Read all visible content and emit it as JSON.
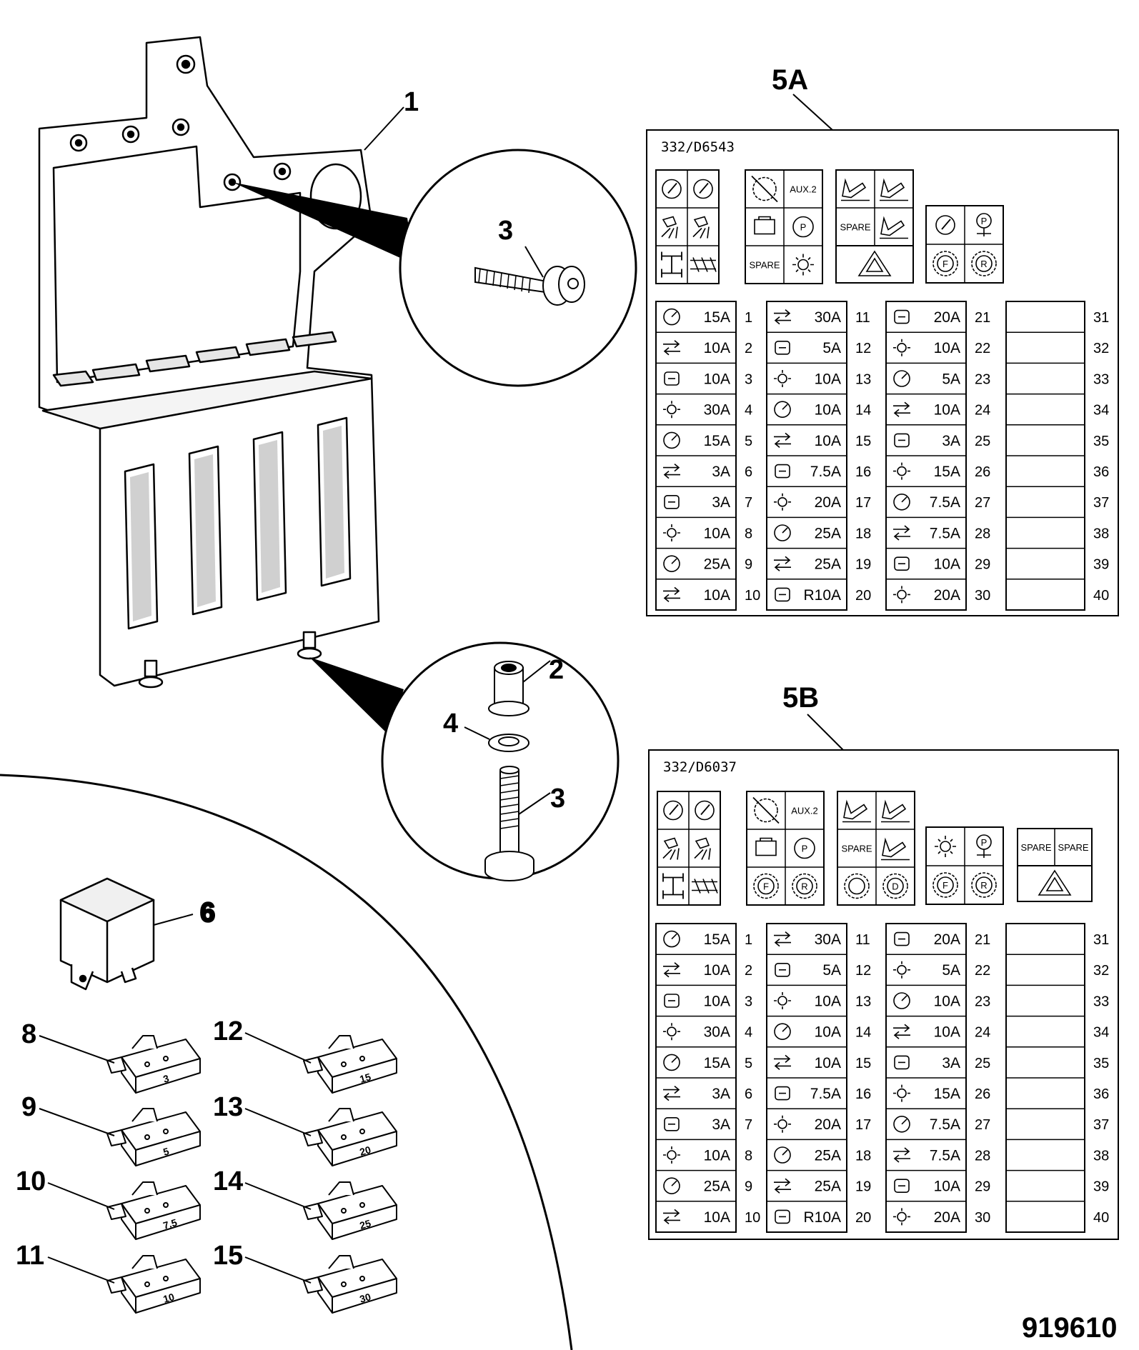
{
  "callouts": {
    "bracket": "1",
    "screw_top": "3",
    "spacer": "2",
    "washer": "4",
    "screw_bottom": "3",
    "relay": "6"
  },
  "fuse_callouts": [
    {
      "label": "8",
      "rating": "3"
    },
    {
      "label": "9",
      "rating": "5"
    },
    {
      "label": "10",
      "rating": "7.5"
    },
    {
      "label": "11",
      "rating": "10"
    },
    {
      "label": "12",
      "rating": "15"
    },
    {
      "label": "13",
      "rating": "20"
    },
    {
      "label": "14",
      "rating": "25"
    },
    {
      "label": "15",
      "rating": "30"
    }
  ],
  "reference": "919610",
  "label_5a": {
    "title": "5A",
    "code": "332/D6543",
    "relay_blocks": [
      {
        "cells": [
          "",
          "AUX.2",
          "",
          "",
          "SPARE",
          ""
        ]
      },
      {
        "cells": [
          "",
          "",
          "SPARE",
          ""
        ]
      }
    ],
    "col1": [
      "15A",
      "10A",
      "10A",
      "30A",
      "15A",
      "3A",
      "3A",
      "10A",
      "25A",
      "10A"
    ],
    "col1_pos": [
      "1",
      "2",
      "3",
      "4",
      "5",
      "6",
      "7",
      "8",
      "9",
      "10"
    ],
    "col2": [
      "30A",
      "5A",
      "10A",
      "10A",
      "10A",
      "7.5A",
      "20A",
      "25A",
      "25A",
      "R10A"
    ],
    "col2_pos": [
      "11",
      "12",
      "13",
      "14",
      "15",
      "16",
      "17",
      "18",
      "19",
      "20"
    ],
    "col3": [
      "20A",
      "10A",
      "5A",
      "10A",
      "3A",
      "15A",
      "7.5A",
      "7.5A",
      "10A",
      "20A"
    ],
    "col3_pos": [
      "21",
      "22",
      "23",
      "24",
      "25",
      "26",
      "27",
      "28",
      "29",
      "30"
    ],
    "col4_pos": [
      "31",
      "32",
      "33",
      "34",
      "35",
      "36",
      "37",
      "38",
      "39",
      "40"
    ]
  },
  "label_5b": {
    "title": "5B",
    "code": "332/D6037",
    "col1": [
      "15A",
      "10A",
      "10A",
      "30A",
      "15A",
      "3A",
      "3A",
      "10A",
      "25A",
      "10A"
    ],
    "col1_pos": [
      "1",
      "2",
      "3",
      "4",
      "5",
      "6",
      "7",
      "8",
      "9",
      "10"
    ],
    "col2": [
      "30A",
      "5A",
      "10A",
      "10A",
      "10A",
      "7.5A",
      "20A",
      "25A",
      "25A",
      "R10A"
    ],
    "col2_pos": [
      "11",
      "12",
      "13",
      "14",
      "15",
      "16",
      "17",
      "18",
      "19",
      "20"
    ],
    "col3": [
      "20A",
      "5A",
      "10A",
      "10A",
      "3A",
      "15A",
      "7.5A",
      "7.5A",
      "10A",
      "20A"
    ],
    "col3_pos": [
      "21",
      "22",
      "23",
      "24",
      "25",
      "26",
      "27",
      "28",
      "29",
      "30"
    ],
    "col4_pos": [
      "31",
      "32",
      "33",
      "34",
      "35",
      "36",
      "37",
      "38",
      "39",
      "40"
    ]
  },
  "relay_labels": {
    "aux": "AUX.2",
    "spare": "SPARE",
    "letter_p": "P",
    "letter_f": "F",
    "letter_r": "R",
    "letter_d": "D"
  }
}
